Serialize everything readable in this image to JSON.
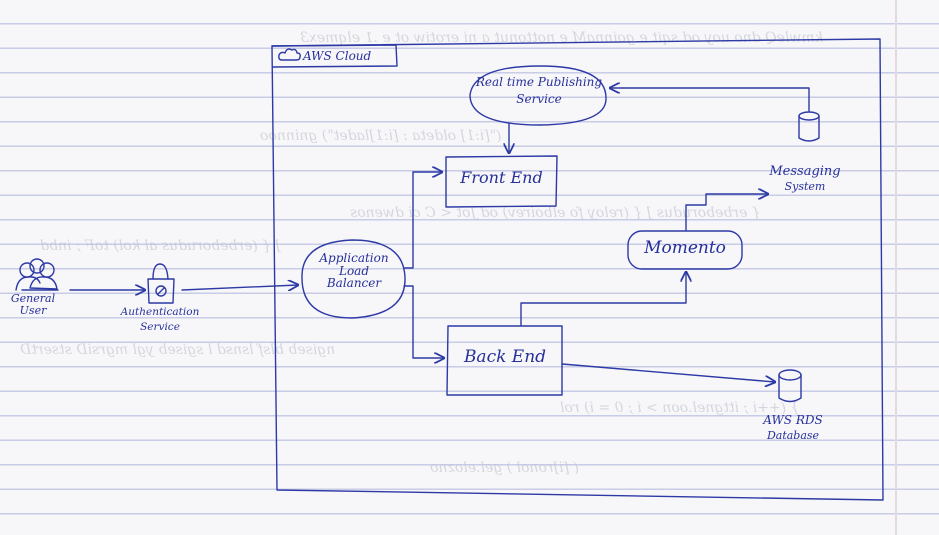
{
  "cloud": {
    "title": "AWS Cloud"
  },
  "actors": {
    "user": {
      "label_line1": "General",
      "label_line2": "User"
    },
    "auth": {
      "label_line1": "Authentication",
      "label_line2": "Service"
    }
  },
  "nodes": {
    "realtime": {
      "line1": "Real time Publishing",
      "line2": "Service"
    },
    "frontend": {
      "label": "Front End"
    },
    "alb": {
      "line1": "Application",
      "line2": "Load",
      "line3": "Balancer"
    },
    "backend": {
      "label": "Back End"
    },
    "momento": {
      "label": "Momento"
    },
    "messaging": {
      "line1": "Messaging",
      "line2": "System"
    },
    "rds": {
      "line1": "AWS RDS",
      "line2": "Database"
    }
  },
  "icons": {
    "cloud": "cloud-icon",
    "users": "users-icon",
    "lock": "lock-icon",
    "database": "database-icon"
  },
  "colors": {
    "ink": "#2d3aa6",
    "paper": "#f7f6f8",
    "rule": "#c9cce6"
  }
}
